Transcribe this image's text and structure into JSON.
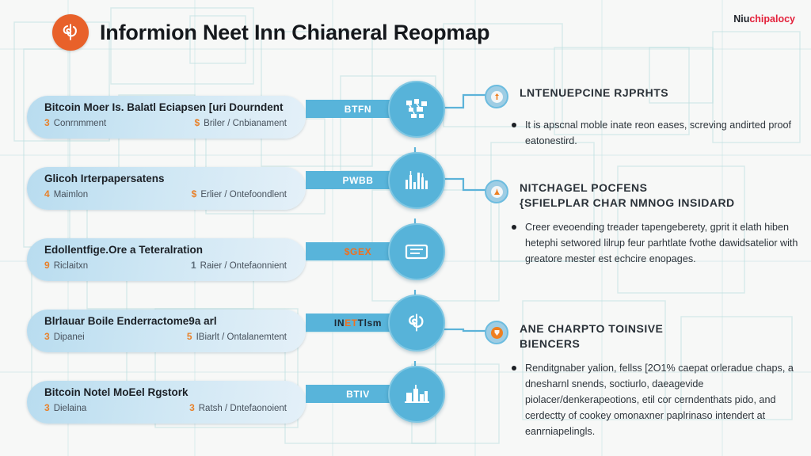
{
  "header": {
    "title": "Informion Neet Inn Chianeral Reopmap",
    "logo_icon": "spiral-coin-icon",
    "brand_part1": "Niu",
    "brand_part2": "chipalocy",
    "accent_orange": "#e8612a",
    "accent_blue": "#57b3d9",
    "brand_red": "#e3203a"
  },
  "rows": [
    {
      "title": "Bitcoin Moer Is. Balatl Eciapsen [uri Dourndent",
      "left_num": "3",
      "left_label": "Conrnmment",
      "right_num": "$",
      "right_label": "Briler / Cnbianament",
      "tab_label": "BTFN",
      "tab_style": "plain",
      "node_icon": "network-nodes-icon"
    },
    {
      "title": "Glicoh Irterpapersatens",
      "left_num": "4",
      "left_label": "Maimlon",
      "right_num": "$",
      "right_label": "Erlier / Ontefoondlent",
      "tab_label": "PWBB",
      "tab_style": "plain",
      "node_icon": "bar-chart-icon"
    },
    {
      "title": "Edollentfige.Ore a Teteralration",
      "left_num": "9",
      "left_label": "Riclaitxn",
      "right_num": "1",
      "right_label": "Raier / Ontefaonnient",
      "tab_label": "$GEX",
      "tab_style": "accent",
      "node_icon": "banknote-icon"
    },
    {
      "title": "Blrlauar Boile Enderractome9a arl",
      "left_num": "3",
      "left_label": "Dipanei",
      "right_num": "5",
      "right_label": "IBiarlt / Ontalanemtent",
      "tab_label_dark1": "IN",
      "tab_label_accent": "ET",
      "tab_label_dark2": "Tlsm",
      "tab_style": "mixed",
      "node_icon": "spiral-coin-icon"
    },
    {
      "title": "Bitcoin Notel MoEel Rgstork",
      "left_num": "3",
      "left_label": "Dielaina",
      "right_num": "3",
      "right_label": "Ratsh / Dntefaonoient",
      "tab_label": "BTIV",
      "tab_style": "plain",
      "node_icon": "cityscape-icon"
    }
  ],
  "sections": [
    {
      "icon": "orange-pin-icon",
      "title_line1": "LNTENUEPCINE RJPRHTS",
      "title_line2": "",
      "body": "It is apscnal moble inate reon eases, screving andirted proof eatonestird."
    },
    {
      "icon": "orange-tower-icon",
      "title_line1": "NITCHAGEL POCFENS",
      "title_line2": "{SFIELPLAR CHAR NMNOG INSIDARD",
      "body": "Creer eveoending treader tapengeberety, gprit it elath hiben hetephi setwored lilrup feur parhtlate fvothe dawidsatelior with greatore mester est echcire enopages."
    },
    {
      "icon": "orange-badge-icon",
      "title_line1": "ANE CHARPTO TOINSIVE",
      "title_line2": "BIENCERS",
      "body": "Renditgnaber yalion, fellss [2O1% caepat orleradue chaps, a dnesharnl snends, soctiurlo, daeagevide piolacer/denkerapeotions, etil cor cerndenthats pido, and cerdectty of cookey omonaxner paplrinaso intendert at eanrniapelingls."
    }
  ]
}
